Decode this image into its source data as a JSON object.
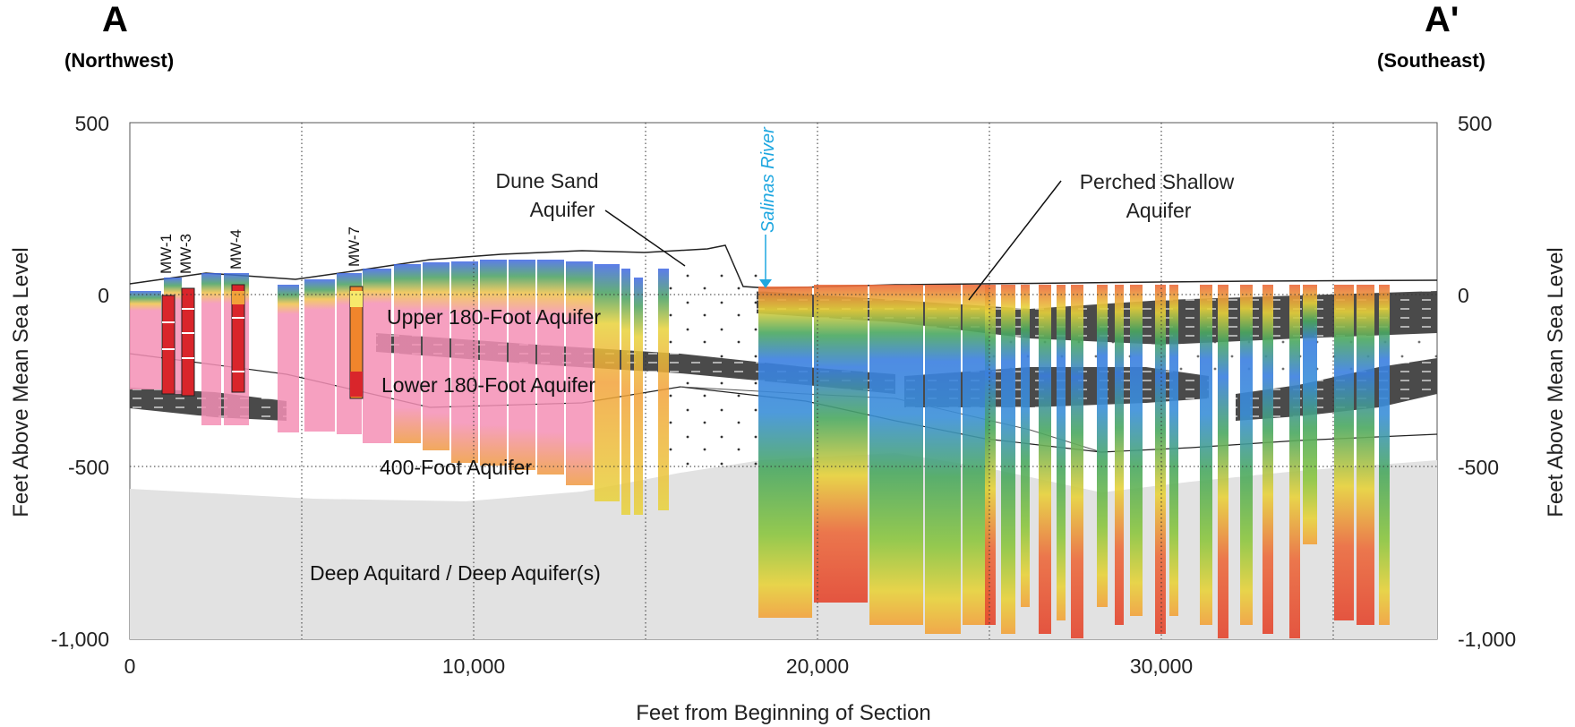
{
  "section": {
    "start_label": "A",
    "start_direction": "(Northwest)",
    "end_label": "A'",
    "end_direction": "(Southeast)"
  },
  "axes": {
    "xlabel": "Feet from Beginning of Section",
    "ylabel_left": "Feet Above Mean Sea Level",
    "ylabel_right": "Feet Above Mean Sea Level",
    "x_ticks": [
      "0",
      "10,000",
      "20,000",
      "30,000"
    ],
    "y_ticks": [
      "500",
      "0",
      "-500",
      "-1,000"
    ],
    "xlim": [
      0,
      38000
    ],
    "ylim": [
      -1000,
      500
    ],
    "vertical_gridlines_every_ft": 5000
  },
  "annotations": {
    "dune_sand": "Dune Sand",
    "dune_sand_2": "Aquifer",
    "perched": "Perched Shallow",
    "perched_2": "Aquifer",
    "river": "Salinas River",
    "upper180": "Upper 180-Foot Aquifer",
    "lower180": "Lower 180-Foot Aquifer",
    "aq400": "400-Foot Aquifer",
    "deep": "Deep Aquitard / Deep Aquifer(s)"
  },
  "wells": [
    {
      "label": "MW-1",
      "x_ft": 1100
    },
    {
      "label": "MW-3",
      "x_ft": 1700
    },
    {
      "label": "MW-4",
      "x_ft": 3200
    },
    {
      "label": "MW-7",
      "x_ft": 6500
    }
  ],
  "colors": {
    "deep": "#e2e2e2",
    "aquitard": "#4a4a4a",
    "pink": "#f48fb5",
    "river": "#1fa7e0",
    "resistivity_scale": [
      "#2f5fe8",
      "#3a8fd8",
      "#4aa860",
      "#8cc63f",
      "#e8d23a",
      "#f2a23a",
      "#ec6a3c"
    ]
  }
}
